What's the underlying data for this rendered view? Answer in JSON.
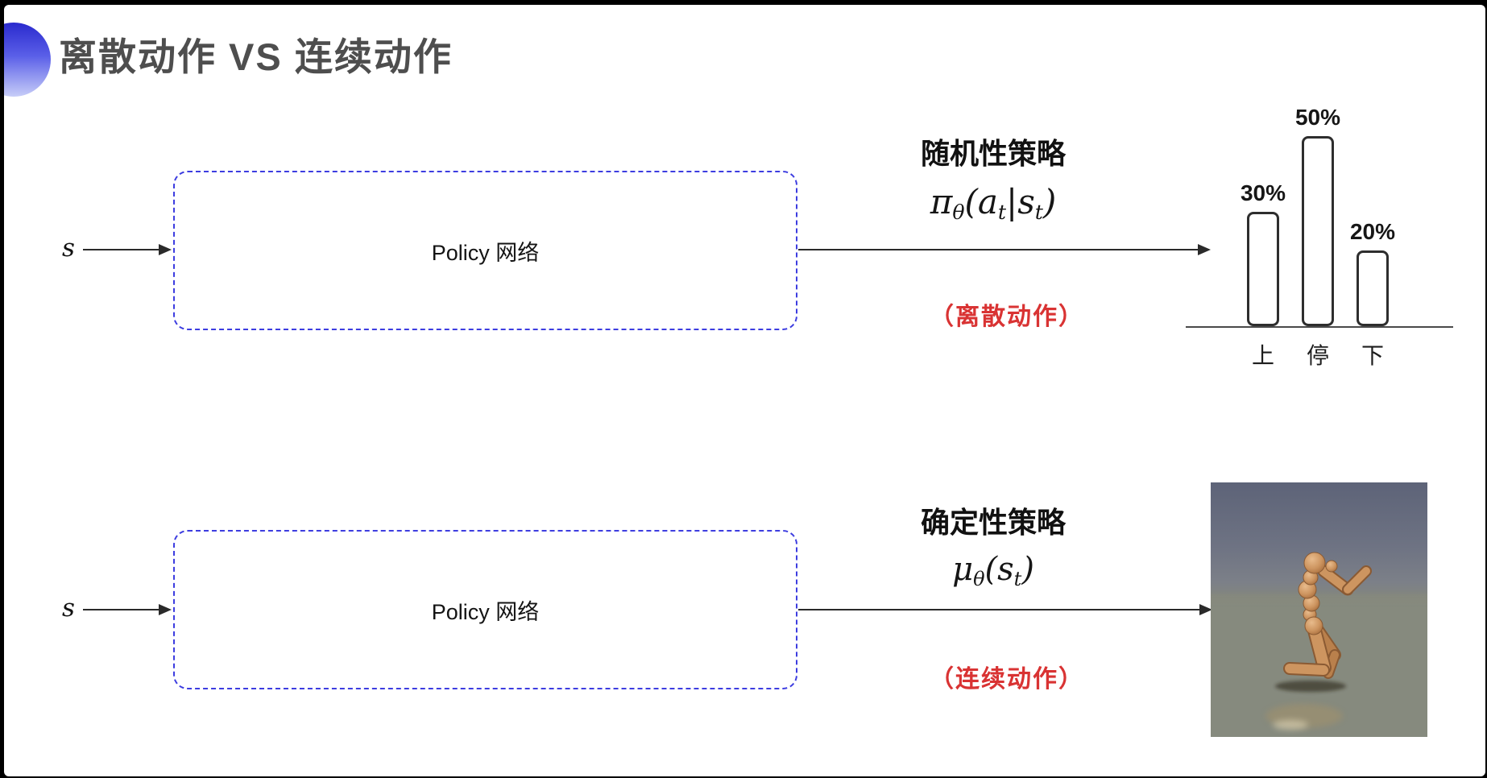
{
  "slide": {
    "title": "离散动作 VS 连续动作"
  },
  "top_row": {
    "input_label": "s",
    "box_label": "Policy 网络",
    "policy_name": "随机性策略",
    "formula": {
      "segments": [
        {
          "text": "π"
        },
        {
          "text": "θ",
          "sub": true
        },
        {
          "text": "("
        },
        {
          "text": "a"
        },
        {
          "text": "t",
          "sub": true
        },
        {
          "text": "|"
        },
        {
          "text": "s"
        },
        {
          "text": "t",
          "sub": true
        },
        {
          "text": ")"
        }
      ]
    },
    "action_type": "（离散动作）",
    "bar_chart": {
      "type": "bar",
      "categories": [
        "上",
        "停",
        "下"
      ],
      "values": [
        30,
        50,
        20
      ],
      "value_labels": [
        "30%",
        "50%",
        "20%"
      ],
      "ylim": [
        0,
        60
      ],
      "grid": false
    }
  },
  "bottom_row": {
    "input_label": "s",
    "box_label": "Policy 网络",
    "policy_name": "确定性策略",
    "formula": {
      "segments": [
        {
          "text": "μ"
        },
        {
          "text": "θ",
          "sub": true
        },
        {
          "text": "("
        },
        {
          "text": "s"
        },
        {
          "text": "t",
          "sub": true
        },
        {
          "text": ")"
        }
      ]
    },
    "action_type": "（连续动作）"
  },
  "colors": {
    "box_border": "#3d3de0",
    "action_red": "#d93333",
    "title_gray": "#4e4e4e",
    "accent_blue_gradient_top": "#2a2ace",
    "accent_blue_gradient_bottom": "#c7cdf8"
  }
}
